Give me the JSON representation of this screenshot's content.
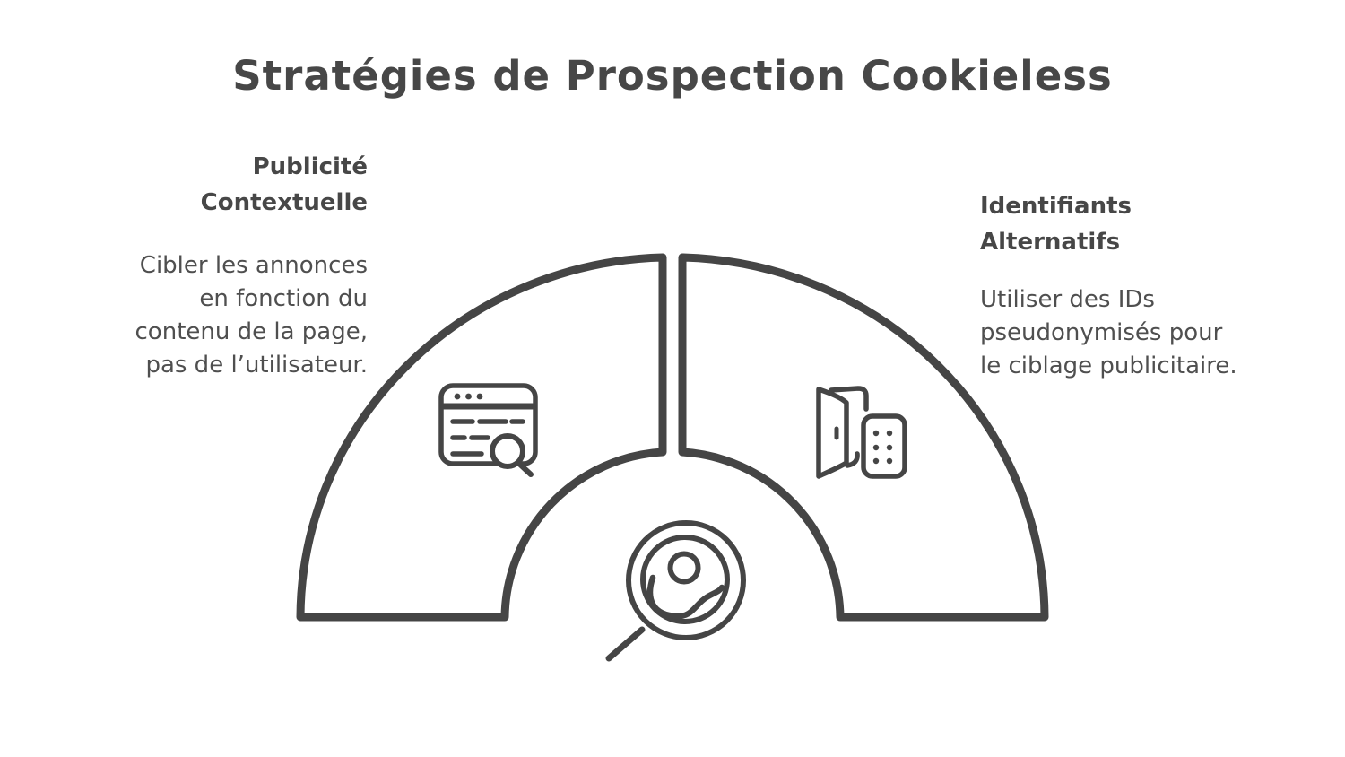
{
  "title": "Stratégies de Prospection Cookieless",
  "colors": {
    "ink": "#454545",
    "heading": "#474747",
    "text": "#4f4f4f",
    "background": "#ffffff"
  },
  "segments": [
    {
      "id": "publicite-contextuelle",
      "side": "left",
      "heading": "Publicité Contextuelle",
      "heading_lines": [
        "Publicité",
        "Contextuelle"
      ],
      "description": "Cibler les annonces en fonction du contenu de la page, pas de l’utilisateur.",
      "description_lines": [
        "Cibler les annonces",
        "en fonction du",
        "contenu de la page,",
        "pas de l’utilisateur."
      ],
      "icon": "browser-search-icon"
    },
    {
      "id": "identifiants-alternatifs",
      "side": "right",
      "heading": "Identifiants Alternatifs",
      "heading_lines": [
        "Identifiants",
        "Alternatifs"
      ],
      "description": "Utiliser des IDs pseudonymisés pour le ciblage publicitaire.",
      "description_lines": [
        "Utiliser des IDs",
        "pseudonymisés pour",
        "le ciblage publicitaire."
      ],
      "icon": "door-id-icon"
    }
  ],
  "center_icon": "user-search-icon"
}
